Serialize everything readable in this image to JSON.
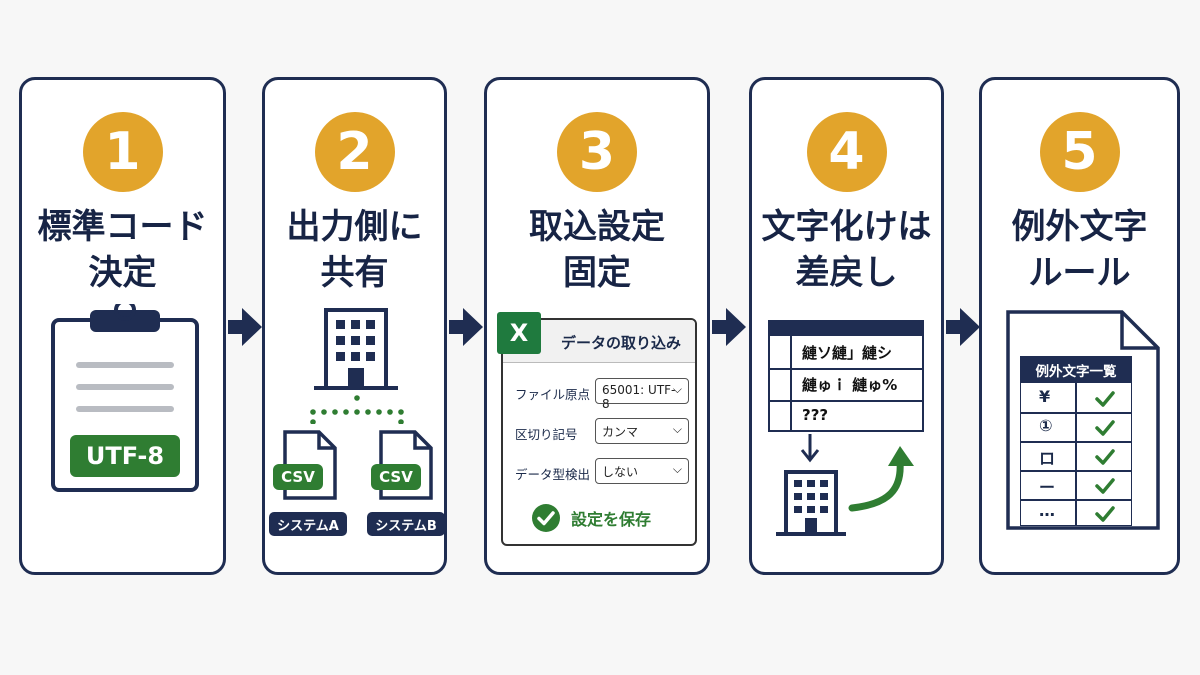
{
  "steps": [
    {
      "number": "1",
      "title_line1": "標準コード",
      "title_line2": "決定",
      "label": "UTF-8"
    },
    {
      "number": "2",
      "title_line1": "出力側に",
      "title_line2": "共有",
      "file_type": "CSV",
      "system_a": "システムA",
      "system_b": "システムB"
    },
    {
      "number": "3",
      "title_line1": "取込設定",
      "title_line2": "固定",
      "dialog": {
        "app_letter": "X",
        "title": "データの取り込み",
        "rows": [
          {
            "label": "ファイル原点",
            "value": "65001: UTF-8"
          },
          {
            "label": "区切り記号",
            "value": "カンマ"
          },
          {
            "label": "データ型検出",
            "value": "しない"
          }
        ],
        "save": "設定を保存"
      }
    },
    {
      "number": "4",
      "title_line1": "文字化けは",
      "title_line2": "差戻し",
      "garbled_rows": [
        "縺ソ縺」縺シ",
        "縺ゅｉ 縺ゅ%",
        "???"
      ]
    },
    {
      "number": "5",
      "title_line1": "例外文字",
      "title_line2": "ルール",
      "list_title": "例外文字一覧",
      "chars": [
        "¥",
        "①",
        "ロ",
        "ー",
        "…"
      ]
    }
  ],
  "colors": {
    "navy": "#1f2d52",
    "gold": "#e2a42b",
    "green": "#2f7d32"
  }
}
